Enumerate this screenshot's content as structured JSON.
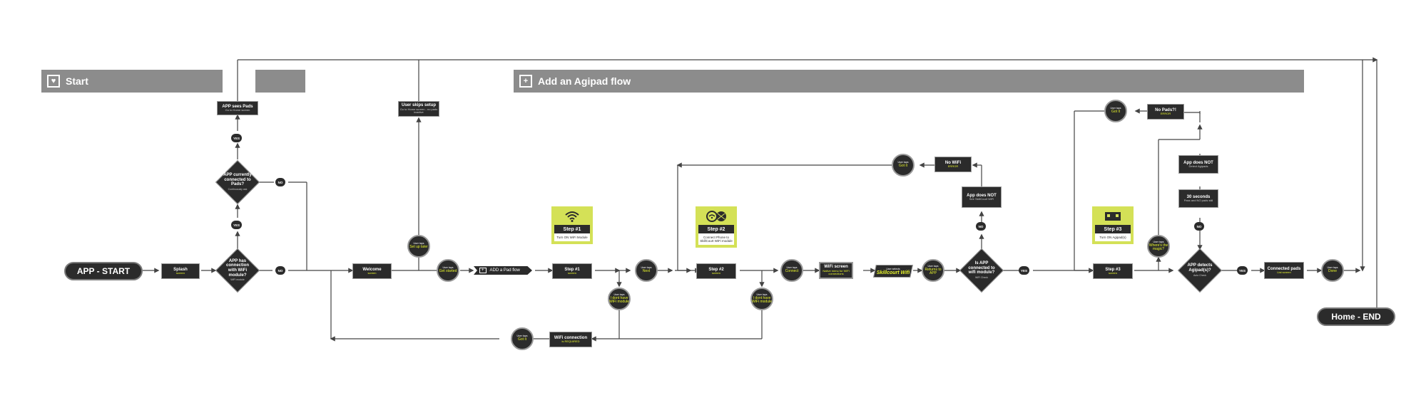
{
  "banners": {
    "start": {
      "icon": "♥",
      "label": "Start"
    },
    "flow": {
      "icon": "+",
      "label": "Add an Agipad flow"
    }
  },
  "terminals": {
    "start": "APP - START",
    "end": "Home - END"
  },
  "screens": {
    "splash": {
      "title": "Splash",
      "sub": "screen"
    },
    "sees_pads": {
      "title": "APP sees Pads",
      "sub": "Go to Home screen"
    },
    "skips_setup": {
      "title": "User skips setup",
      "sub": "Go to Home screen - no pads inactive"
    },
    "welcome": {
      "title": "Welcome",
      "sub": "screen"
    },
    "step1": {
      "title": "Step #1",
      "sub": "screen"
    },
    "step2": {
      "title": "Step #2",
      "sub": "screen"
    },
    "step3": {
      "title": "Step #3",
      "sub": "screen"
    },
    "wifi_screen": {
      "title": "WiFi screen",
      "sub": "Native menu for WiFi connections"
    },
    "no_wifi": {
      "title": "No WiFi",
      "sub": "ERROR"
    },
    "app_not_wifi": {
      "title": "App does NOT",
      "sub": "See SkillCourt WiFi"
    },
    "wifi_conn": {
      "title": "WiFi connection",
      "sub": "is REQUIRED"
    },
    "no_pads": {
      "title": "No Pads?!",
      "sub": "ERROR"
    },
    "app_not_pads": {
      "title": "App does NOT",
      "sub": "Detect Agipads"
    },
    "thirty_sec": {
      "title": "30 seconds",
      "sub": "Pass and NO pads still"
    },
    "connected_pads": {
      "title": "Connected pads",
      "sub": "List screen"
    }
  },
  "diamonds": {
    "currently_connected": {
      "text": "APP currently connected to Pads?",
      "sub": "Continuously ask"
    },
    "has_connection": {
      "text": "APP has connection with WiFi module?",
      "sub": "WiFi module"
    },
    "is_connected": {
      "text": "Is APP connected to wifi module?",
      "sub": "WiFi Check"
    },
    "detects": {
      "text": "APP detects Agipad(s)?",
      "sub": "Auto Check"
    }
  },
  "tags": {
    "yes": "YES",
    "no": "NO"
  },
  "circles": {
    "set_up_later": {
      "top": "User taps",
      "main": "Set up later"
    },
    "get_started": {
      "top": "User taps",
      "main": "Get started"
    },
    "next": {
      "top": "User taps",
      "main": "Next"
    },
    "dont_have_1": {
      "top": "User taps",
      "main": "I dont have WiFi module"
    },
    "connect": {
      "top": "User taps",
      "main": "Connect"
    },
    "dont_have_2": {
      "top": "User taps",
      "main": "I dont have WiFi module"
    },
    "got_it_wifi": {
      "top": "User taps",
      "main": "Got it"
    },
    "returns": {
      "top": "User taps",
      "main": "Returns to APP"
    },
    "got_it_nowifi": {
      "top": "User taps",
      "main": "Got it"
    },
    "got_it_nopads": {
      "top": "User taps",
      "main": "Got it"
    },
    "magic": {
      "top": "User taps",
      "main": "Where's the magic?"
    },
    "done": {
      "top": "User taps",
      "main": "Done"
    }
  },
  "flow_tab": {
    "icon": "+",
    "label": "ADD a Pad flow"
  },
  "user_selects": {
    "top": "User selects",
    "main": "Skillcourt Wifi"
  },
  "cards": {
    "c1": {
      "icon": "wifi-icon",
      "label": "Step #1",
      "body": "Turn ON WiFi Module"
    },
    "c2": {
      "icon": "phone-ball-icon",
      "label": "Step #2",
      "body": "Connect Phone to SkillCourt WiFi module"
    },
    "c3": {
      "icon": "agipad-icon",
      "label": "Step #3",
      "body": "Turn ON Agipad(s)"
    }
  },
  "colors": {
    "dark": "#2b2b2b",
    "accent": "#e6f32b",
    "card": "#d4e157",
    "banner": "#8c8c8c",
    "line": "#444444"
  }
}
